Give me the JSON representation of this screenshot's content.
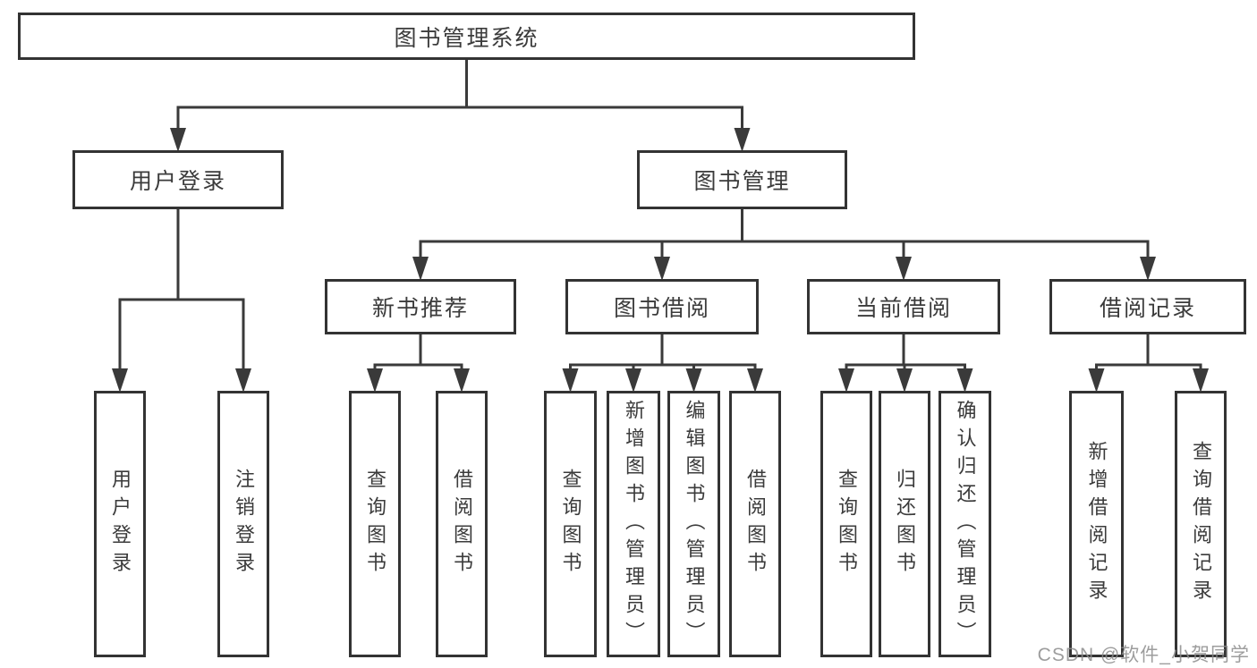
{
  "diagram": {
    "title": "图书管理系统",
    "watermark": "CSDN @软件_小贺同学",
    "colors": {
      "background": "#ffffff",
      "line": "#3a3a3a",
      "border": "#333333",
      "text": "#3b3b3b",
      "watermark": "#8c8c8c"
    },
    "nodes": [
      {
        "id": "root",
        "label": "图书管理系统"
      },
      {
        "id": "user-login",
        "label": "用户登录"
      },
      {
        "id": "book-mgmt",
        "label": "图书管理"
      },
      {
        "id": "new-book-rec",
        "label": "新书推荐"
      },
      {
        "id": "book-borrow",
        "label": "图书借阅"
      },
      {
        "id": "current-borrow",
        "label": "当前借阅"
      },
      {
        "id": "borrow-records",
        "label": "借阅记录"
      },
      {
        "id": "leaf-user-login",
        "label": "用户登录"
      },
      {
        "id": "leaf-logout",
        "label": "注销登录"
      },
      {
        "id": "leaf-nbr-query-book",
        "label": "查询图书"
      },
      {
        "id": "leaf-nbr-borrow-book",
        "label": "借阅图书"
      },
      {
        "id": "leaf-bb-query-book",
        "label": "查询图书"
      },
      {
        "id": "leaf-bb-add-book",
        "label": "新增图书（管理员）"
      },
      {
        "id": "leaf-bb-edit-book",
        "label": "编辑图书（管理员）"
      },
      {
        "id": "leaf-bb-borrow-book",
        "label": "借阅图书"
      },
      {
        "id": "leaf-cb-query-book",
        "label": "查询图书"
      },
      {
        "id": "leaf-cb-return-book",
        "label": "归还图书"
      },
      {
        "id": "leaf-cb-confirm-return",
        "label": "确认归还（管理员）"
      },
      {
        "id": "leaf-br-add-record",
        "label": "新增借阅记录"
      },
      {
        "id": "leaf-br-query-record",
        "label": "查询借阅记录"
      }
    ],
    "edges": [
      {
        "parent": "root",
        "children": [
          "user-login",
          "book-mgmt"
        ]
      },
      {
        "parent": "user-login",
        "children": [
          "leaf-user-login",
          "leaf-logout"
        ]
      },
      {
        "parent": "book-mgmt",
        "children": [
          "new-book-rec",
          "book-borrow",
          "current-borrow",
          "borrow-records"
        ]
      },
      {
        "parent": "new-book-rec",
        "children": [
          "leaf-nbr-query-book",
          "leaf-nbr-borrow-book"
        ]
      },
      {
        "parent": "book-borrow",
        "children": [
          "leaf-bb-query-book",
          "leaf-bb-add-book",
          "leaf-bb-edit-book",
          "leaf-bb-borrow-book"
        ]
      },
      {
        "parent": "current-borrow",
        "children": [
          "leaf-cb-query-book",
          "leaf-cb-return-book",
          "leaf-cb-confirm-return"
        ]
      },
      {
        "parent": "borrow-records",
        "children": [
          "leaf-br-add-record",
          "leaf-br-query-record"
        ]
      }
    ]
  }
}
